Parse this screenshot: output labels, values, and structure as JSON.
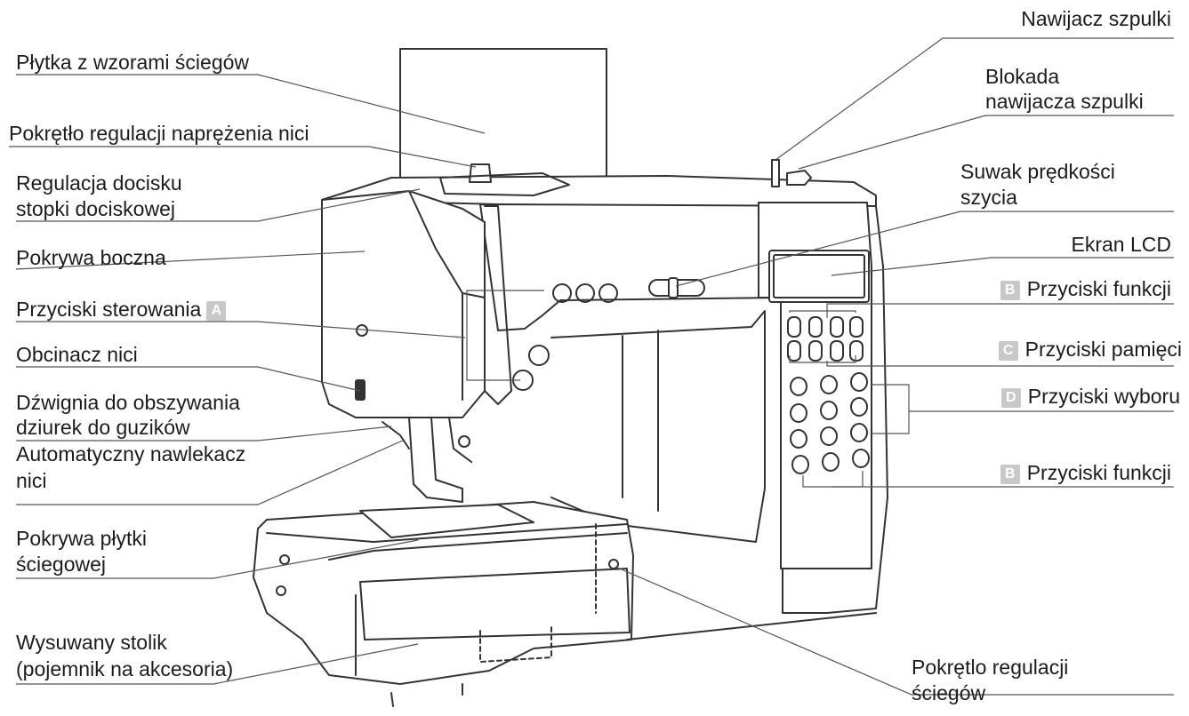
{
  "labels_left": {
    "stitch_chart": "Płytka z wzorami ściegów",
    "tension_dial": "Pokrętło regulacji naprężenia nici",
    "presser_line1": "Regulacja docisku",
    "presser_line2": "stopki dociskowej",
    "side_cover": "Pokrywa boczna",
    "control_buttons": "Przyciski sterowania",
    "thread_cutter": "Obcinacz nici",
    "buttonhole_line1": "Dźwignia do obszywania",
    "buttonhole_line2": "dziurek do guzików",
    "threader_line1": "Automatyczny nawlekacz",
    "threader_line2": "nici",
    "needle_plate_line1": "Pokrywa płytki",
    "needle_plate_line2": "ściegowej",
    "table_line1": "Wysuwany stolik",
    "table_line2": "(pojemnik na akcesoria)"
  },
  "labels_right": {
    "bobbin_winder": "Nawijacz szpulki",
    "winder_stop_line1": "Blokada",
    "winder_stop_line2": "nawijacza szpulki",
    "speed_line1": "Suwak prędkości",
    "speed_line2": "szycia",
    "lcd": "Ekran LCD",
    "function_buttons": "Przyciski funkcji",
    "memory_buttons": "Przyciski pamięci",
    "selection_buttons": "Przyciski wyboru",
    "function_buttons_2": "Przyciski funkcji",
    "stitch_dial_line1": "Pokrętlo regulacji",
    "stitch_dial_line2": "ściegów"
  },
  "badges": {
    "a": "A",
    "b": "B",
    "c": "C",
    "d": "D",
    "b2": "B"
  },
  "colors": {
    "line": "#333333",
    "leader": "#555555",
    "badge": "#c8c8c8"
  }
}
